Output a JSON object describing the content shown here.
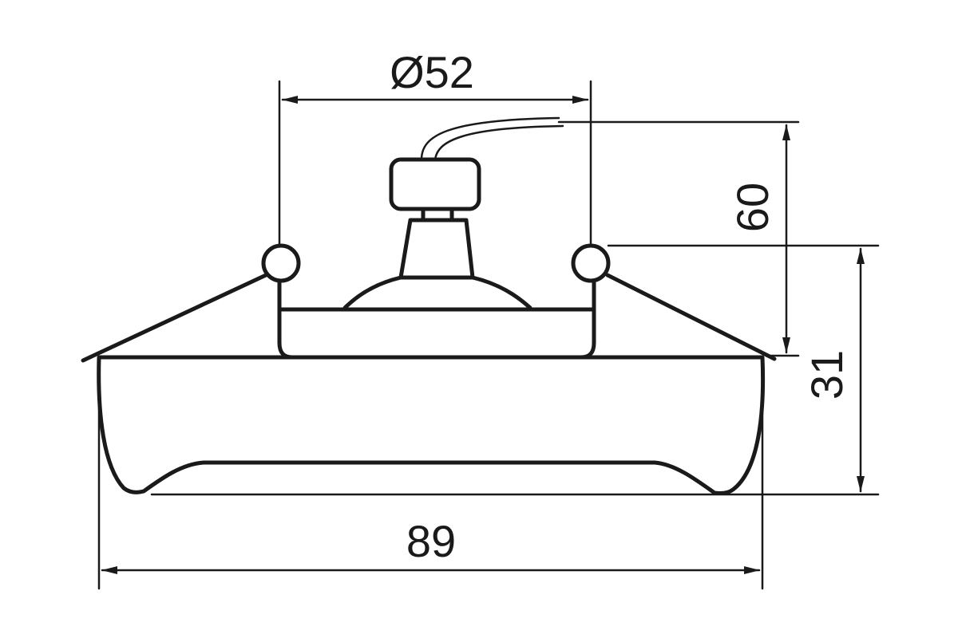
{
  "dimensions": {
    "diameter_label": "Ø52",
    "height_total_label": "60",
    "height_body_label": "31",
    "width_label": "89"
  }
}
